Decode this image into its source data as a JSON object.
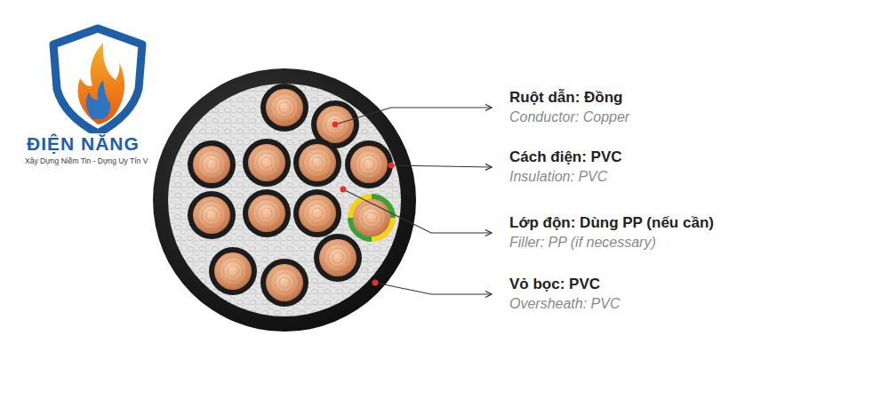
{
  "diagram": {
    "labels": [
      "ĐIỆN NĂNG",
      "Xây Dựng Niềm Tin - Dựng Uy Tín V",
      "Ruột dẫn: Đồng",
      "Conductor: Copper",
      "Cách điện: PVC",
      "Insulation: PVC",
      "Lớp độn: Dùng PP (nếu cần)",
      "Filler: PP (if necessary)",
      "Vỏ bọc: PVC",
      "Oversheath: PVC"
    ]
  }
}
